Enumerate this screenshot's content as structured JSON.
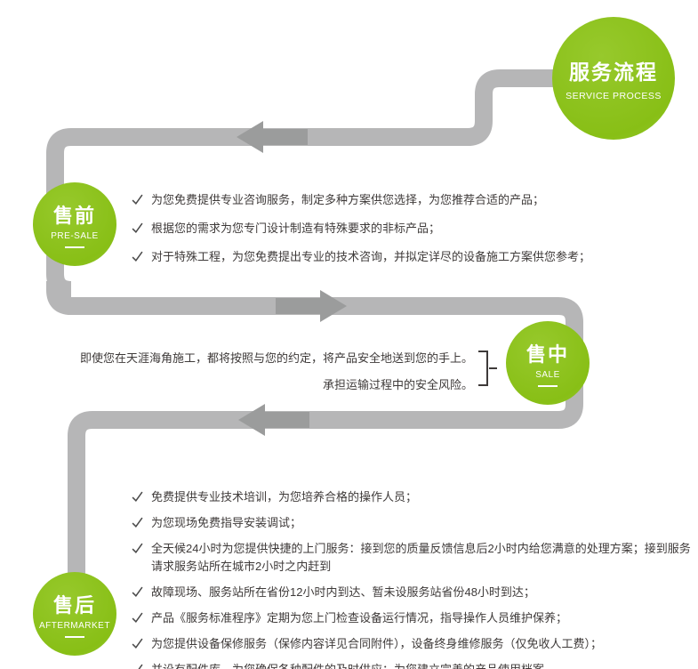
{
  "colors": {
    "brand_green": "#8ec31f",
    "path_gray": "#b6b6b7",
    "arrow_gray": "#9b9c9c",
    "text_dark": "#3e3a39",
    "circle_text": "#ffffff"
  },
  "header": {
    "title_cn": "服务流程",
    "title_en": "SERVICE PROCESS"
  },
  "stages": [
    {
      "title_cn": "售前",
      "title_en": "PRE-SALE",
      "items": [
        "为您免费提供专业咨询服务，制定多种方案供您选择，为您推荐合适的产品；",
        "根据您的需求为您专门设计制造有特殊要求的非标产品；",
        "对于特殊工程，为您免费提出专业的技术咨询，并拟定详尽的设备施工方案供您参考；"
      ]
    },
    {
      "title_cn": "售中",
      "title_en": "SALE",
      "items": [
        "即使您在天涯海角施工，都将按照与您的约定，将产品安全地送到您的手上。",
        "承担运输过程中的安全风险。"
      ]
    },
    {
      "title_cn": "售后",
      "title_en": "AFTERMARKET",
      "items": [
        "免费提供专业技术培训，为您培养合格的操作人员；",
        "为您现场免费指导安装调试；",
        "全天候24小时为您提供快捷的上门服务：接到您的质量反馈信息后2小时内给您满意的处理方案；接到服务请求服务站所在城市2小时之内赶到",
        "故障现场、服务站所在省份12小时内到达、暂未设服务站省份48小时到达；",
        "产品《服务标准程序》定期为您上门检查设备运行情况，指导操作人员维护保养；",
        "为您提供设备保修服务（保修内容详见合同附件），设备终身维修服务（仅免收人工费）；",
        "并设有配件库，为您确保各种配件的及时供应；为您建立完善的产品使用档案。"
      ]
    }
  ]
}
